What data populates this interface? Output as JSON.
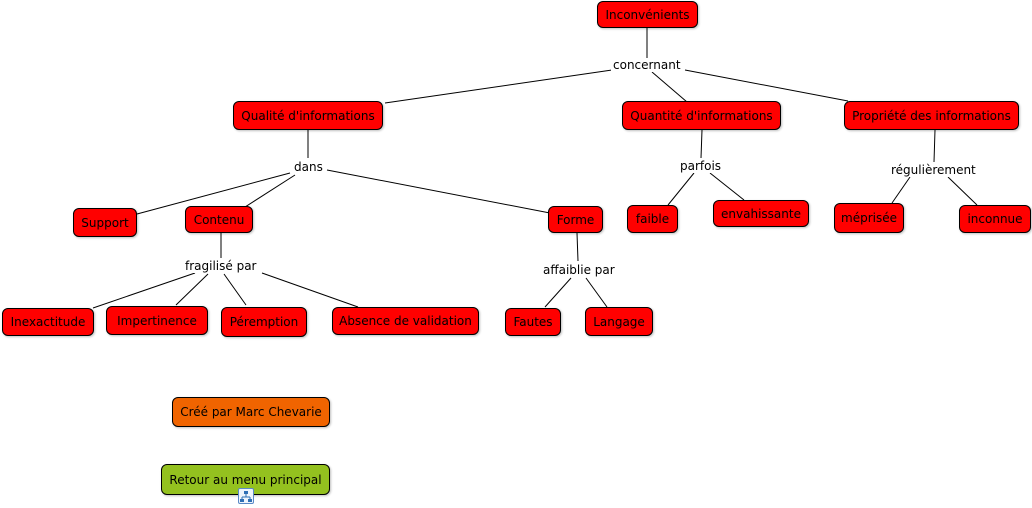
{
  "concept_map": {
    "nodes": {
      "inconvenients": "Inconvénients",
      "qualite": "Qualité d'informations",
      "quantite": "Quantité d'informations",
      "propriete": "Propriété des informations",
      "support": "Support",
      "contenu": "Contenu",
      "forme": "Forme",
      "faible": "faible",
      "envahissante": "envahissante",
      "meprisee": "méprisée",
      "inconnue": "inconnue",
      "inexactitude": "Inexactitude",
      "impertinence": "Impertinence",
      "peremption": "Péremption",
      "absence_validation": "Absence de validation",
      "fautes": "Fautes",
      "langage": "Langage"
    },
    "linking_phrases": {
      "concernant": "concernant",
      "dans": "dans",
      "parfois": "parfois",
      "regulierement": "régulièrement",
      "fragilise_par": "fragilisé par",
      "affaiblie_par": "affaiblie par"
    },
    "credit": "Créé par Marc Chevarie",
    "back_button": "Retour au menu principal",
    "back_icon": "concept-map-icon",
    "colors": {
      "concept": "#ff0000",
      "credit": "#f06400",
      "back": "#94c11f"
    }
  }
}
